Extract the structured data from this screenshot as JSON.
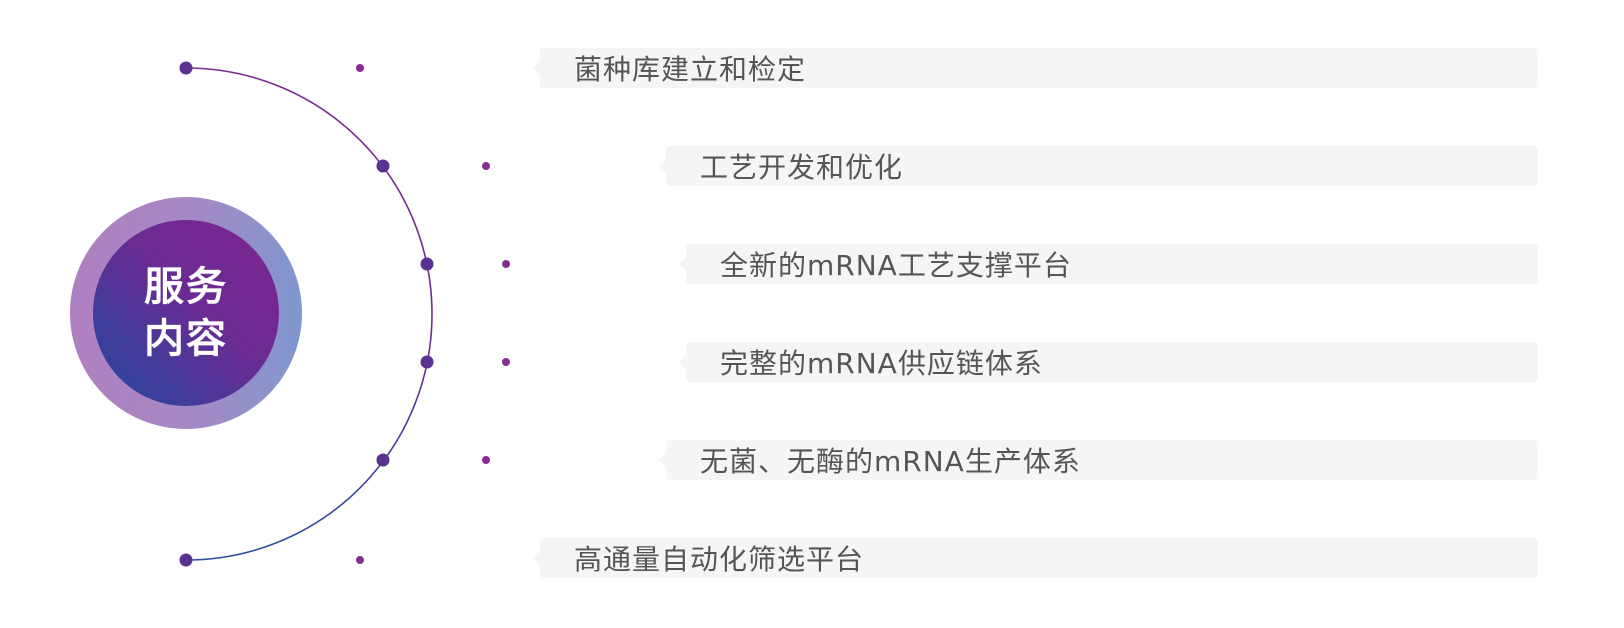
{
  "center": {
    "line1": "服务",
    "line2": "内容"
  },
  "items": [
    {
      "label": "菌种库建立和检定"
    },
    {
      "label": "工艺开发和优化"
    },
    {
      "label": "全新的mRNA工艺支撑平台"
    },
    {
      "label": "完整的mRNA供应链体系"
    },
    {
      "label": "无菌、无酶的mRNA生产体系"
    },
    {
      "label": "高通量自动化筛选平台"
    }
  ],
  "colors": {
    "arc_start": "#7c2a8e",
    "arc_end": "#2d4fa1",
    "dot": "#5b3192",
    "connector": "#8a2a96",
    "box_bg": "#f5f5f5",
    "text": "#555555"
  }
}
